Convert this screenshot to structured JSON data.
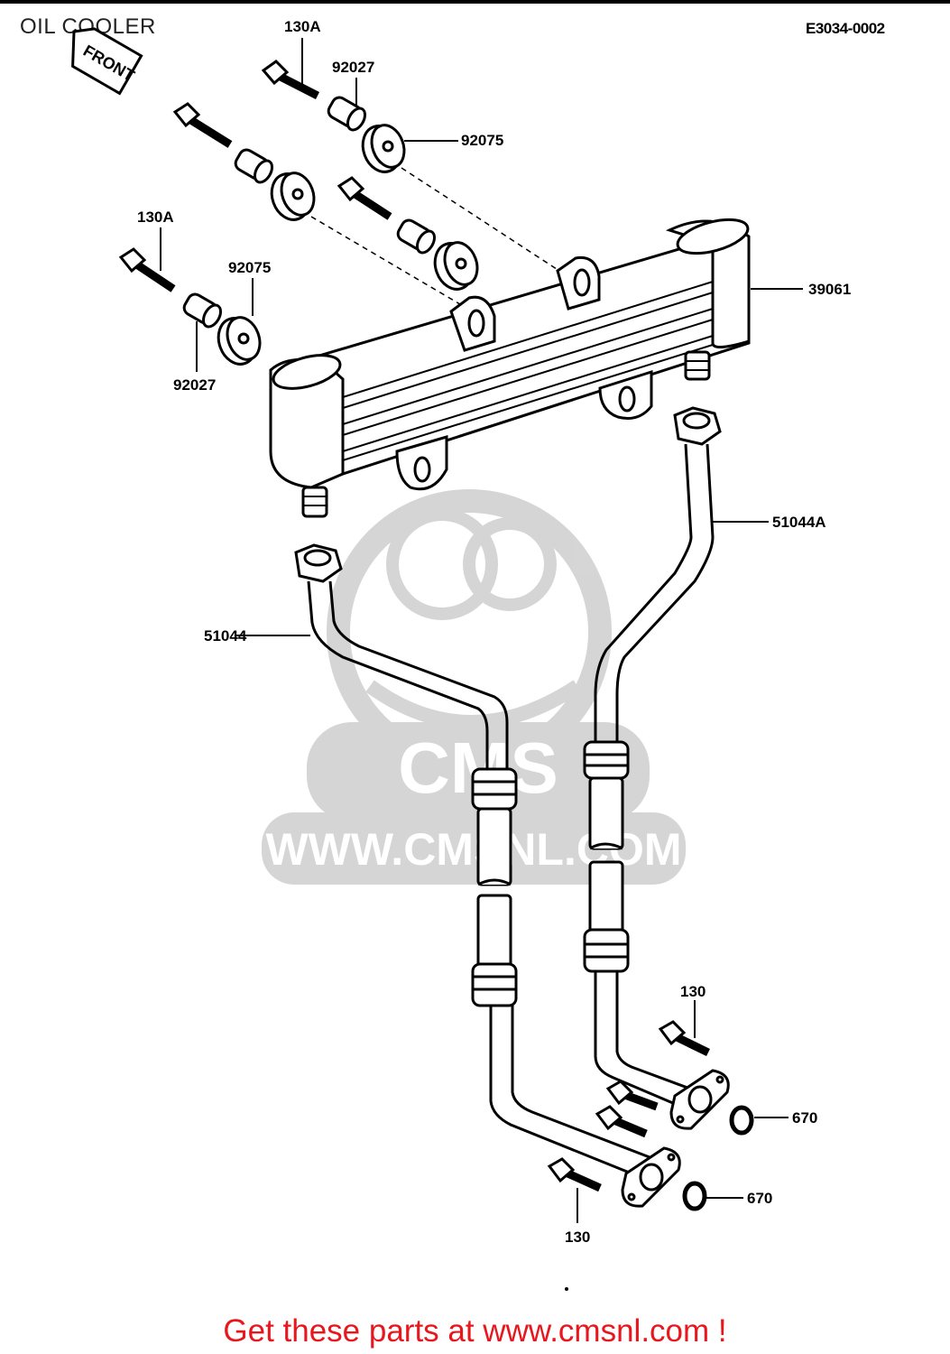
{
  "header": {
    "title": "OIL COOLER",
    "code": "E3034-0002"
  },
  "front_marker": "FRONT",
  "parts": [
    {
      "ref": "130A",
      "name": "bolt"
    },
    {
      "ref": "92027",
      "name": "collar"
    },
    {
      "ref": "92075",
      "name": "grommet"
    },
    {
      "ref": "39061",
      "name": "oil-cooler"
    },
    {
      "ref": "51044A",
      "name": "oil-pipe"
    },
    {
      "ref": "51044",
      "name": "oil-pipe"
    },
    {
      "ref": "130",
      "name": "bolt"
    },
    {
      "ref": "670",
      "name": "o-ring"
    }
  ],
  "labels": {
    "bolt_top": "130A",
    "collar_top": "92027",
    "grommet_top": "92075",
    "bolt_left": "130A",
    "grommet_left": "92075",
    "collar_left": "92027",
    "cooler": "39061",
    "pipe_right": "51044A",
    "pipe_left": "51044",
    "bolt_lower_right": "130",
    "oring_upper": "670",
    "oring_lower": "670",
    "bolt_bottom": "130"
  },
  "watermark": {
    "text": "WWW.CMSNL.COM",
    "logo": "CMS"
  },
  "footer": {
    "text": "Get these parts at www.cmsnl.com !",
    "color": "#e8161d"
  }
}
